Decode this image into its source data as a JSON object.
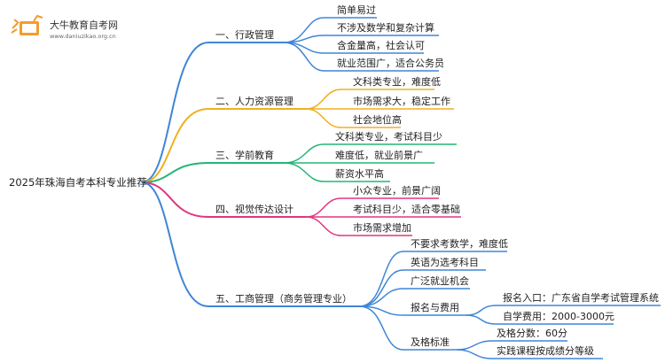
{
  "logo": {
    "title": "大牛教育自考网",
    "url": "www.daniuzikao.org.cn"
  },
  "mindmap": {
    "root": "2025年珠海自考本科专业推荐",
    "branches": [
      {
        "label": "一、行政管理",
        "color": "#3f85d6",
        "children": [
          "简单易过",
          "不涉及数学和复杂计算",
          "含金量高，社会认可",
          "就业范围广，适合公务员"
        ]
      },
      {
        "label": "二、人力资源管理",
        "color": "#f0b01e",
        "children": [
          "文科类专业，难度低",
          "市场需求大，稳定工作",
          "社会地位高"
        ]
      },
      {
        "label": "三、学前教育",
        "color": "#22b573",
        "children": [
          "文科类专业，考试科目少",
          "难度低，就业前景广",
          "薪资水平高"
        ]
      },
      {
        "label": "四、视觉传达设计",
        "color": "#e0367f",
        "children": [
          "小众专业，前景广阔",
          "考试科目少，适合零基础",
          "市场需求增加"
        ]
      },
      {
        "label": "五、工商管理（商务管理专业）",
        "color": "#3f85d6",
        "children": [
          "不要求考数学，难度低",
          "英语为选考科目",
          "广泛就业机会",
          "报名与费用",
          "及格标准"
        ],
        "sub": {
          "reg": [
            "报名入口：广东省自学考试管理系统",
            "自学费用：2000-3000元"
          ],
          "pass": [
            "及格分数：60分",
            "实践课程按成绩分等级"
          ]
        }
      }
    ]
  }
}
